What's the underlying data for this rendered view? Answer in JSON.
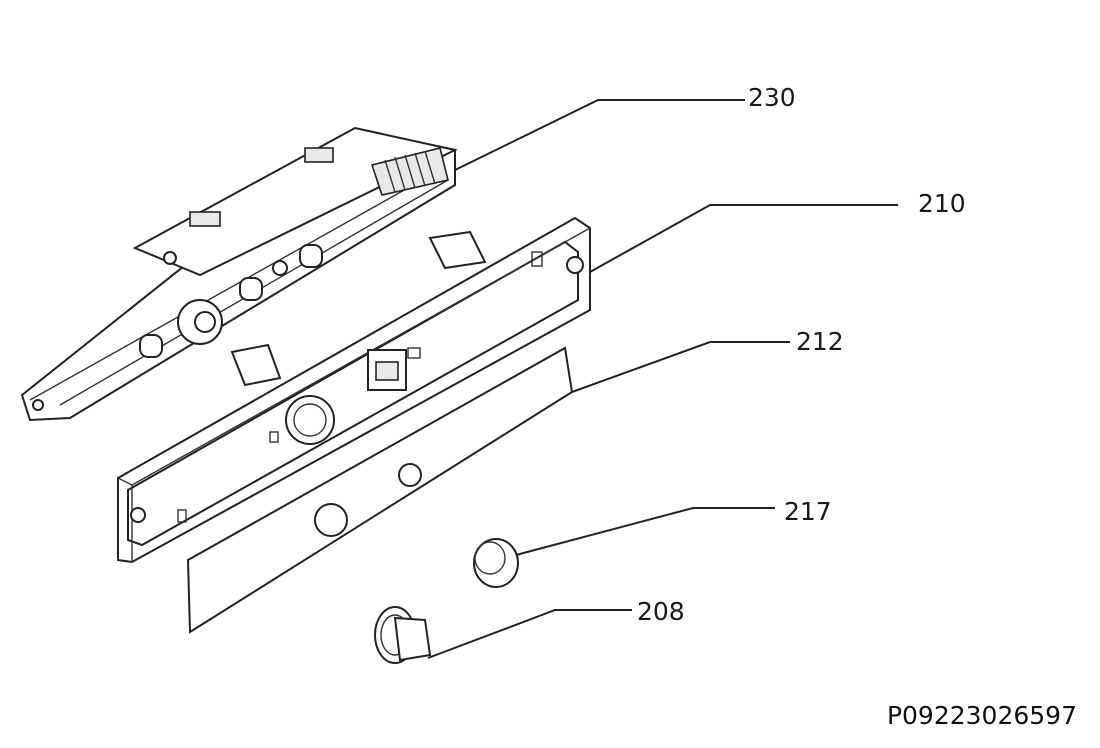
{
  "diagram": {
    "callouts": [
      {
        "id": "230",
        "label": "230"
      },
      {
        "id": "210",
        "label": "210"
      },
      {
        "id": "212",
        "label": "212"
      },
      {
        "id": "217",
        "label": "217"
      },
      {
        "id": "208",
        "label": "208"
      }
    ],
    "part_code": "P09223026597"
  }
}
